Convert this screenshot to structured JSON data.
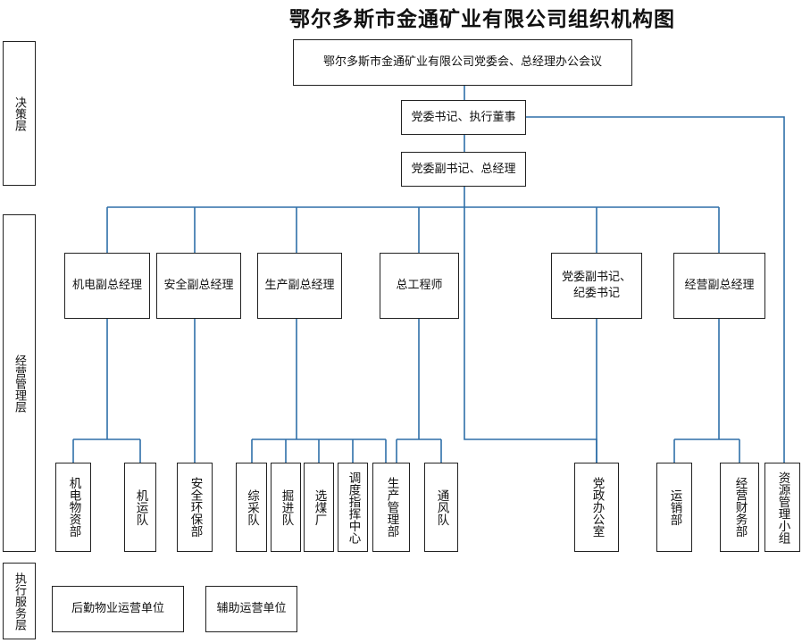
{
  "title": "鄂尔多斯市金通矿业有限公司组织机构图",
  "layers": {
    "decision": "决策层",
    "management": "经营管理层",
    "execution": "执行服务层"
  },
  "decision": {
    "meeting": "鄂尔多斯市金通矿业有限公司党委会、总经理办公会议",
    "secretary": "党委书记、执行董事",
    "deputy_gm": "党委副书记、总经理"
  },
  "managers": {
    "electromech": "机电副总经理",
    "safety": "安全副总经理",
    "production": "生产副总经理",
    "chief_engineer": "总工程师",
    "party_deputy_line1": "党委副书记、",
    "party_deputy_line2": "纪委书记",
    "business": "经营副总经理"
  },
  "departments": {
    "material": "机电物资部",
    "machine_team": "机运队",
    "safety_env": "安全环保部",
    "mining_team": "综采队",
    "tunneling_team": "掘进队",
    "coal_prep": "选煤厂",
    "dispatch": "调度指挥中心",
    "prod_mgmt": "生产管理部",
    "ventilation": "通风队",
    "party_office": "党政办公室",
    "sales": "运销部",
    "finance": "经营财务部",
    "resource": "资源管理小组"
  },
  "execution": {
    "logistics": "后勤物业运营单位",
    "auxiliary": "辅助运营单位"
  },
  "colors": {
    "connector": "#2e6fa8",
    "border": "#222222"
  }
}
